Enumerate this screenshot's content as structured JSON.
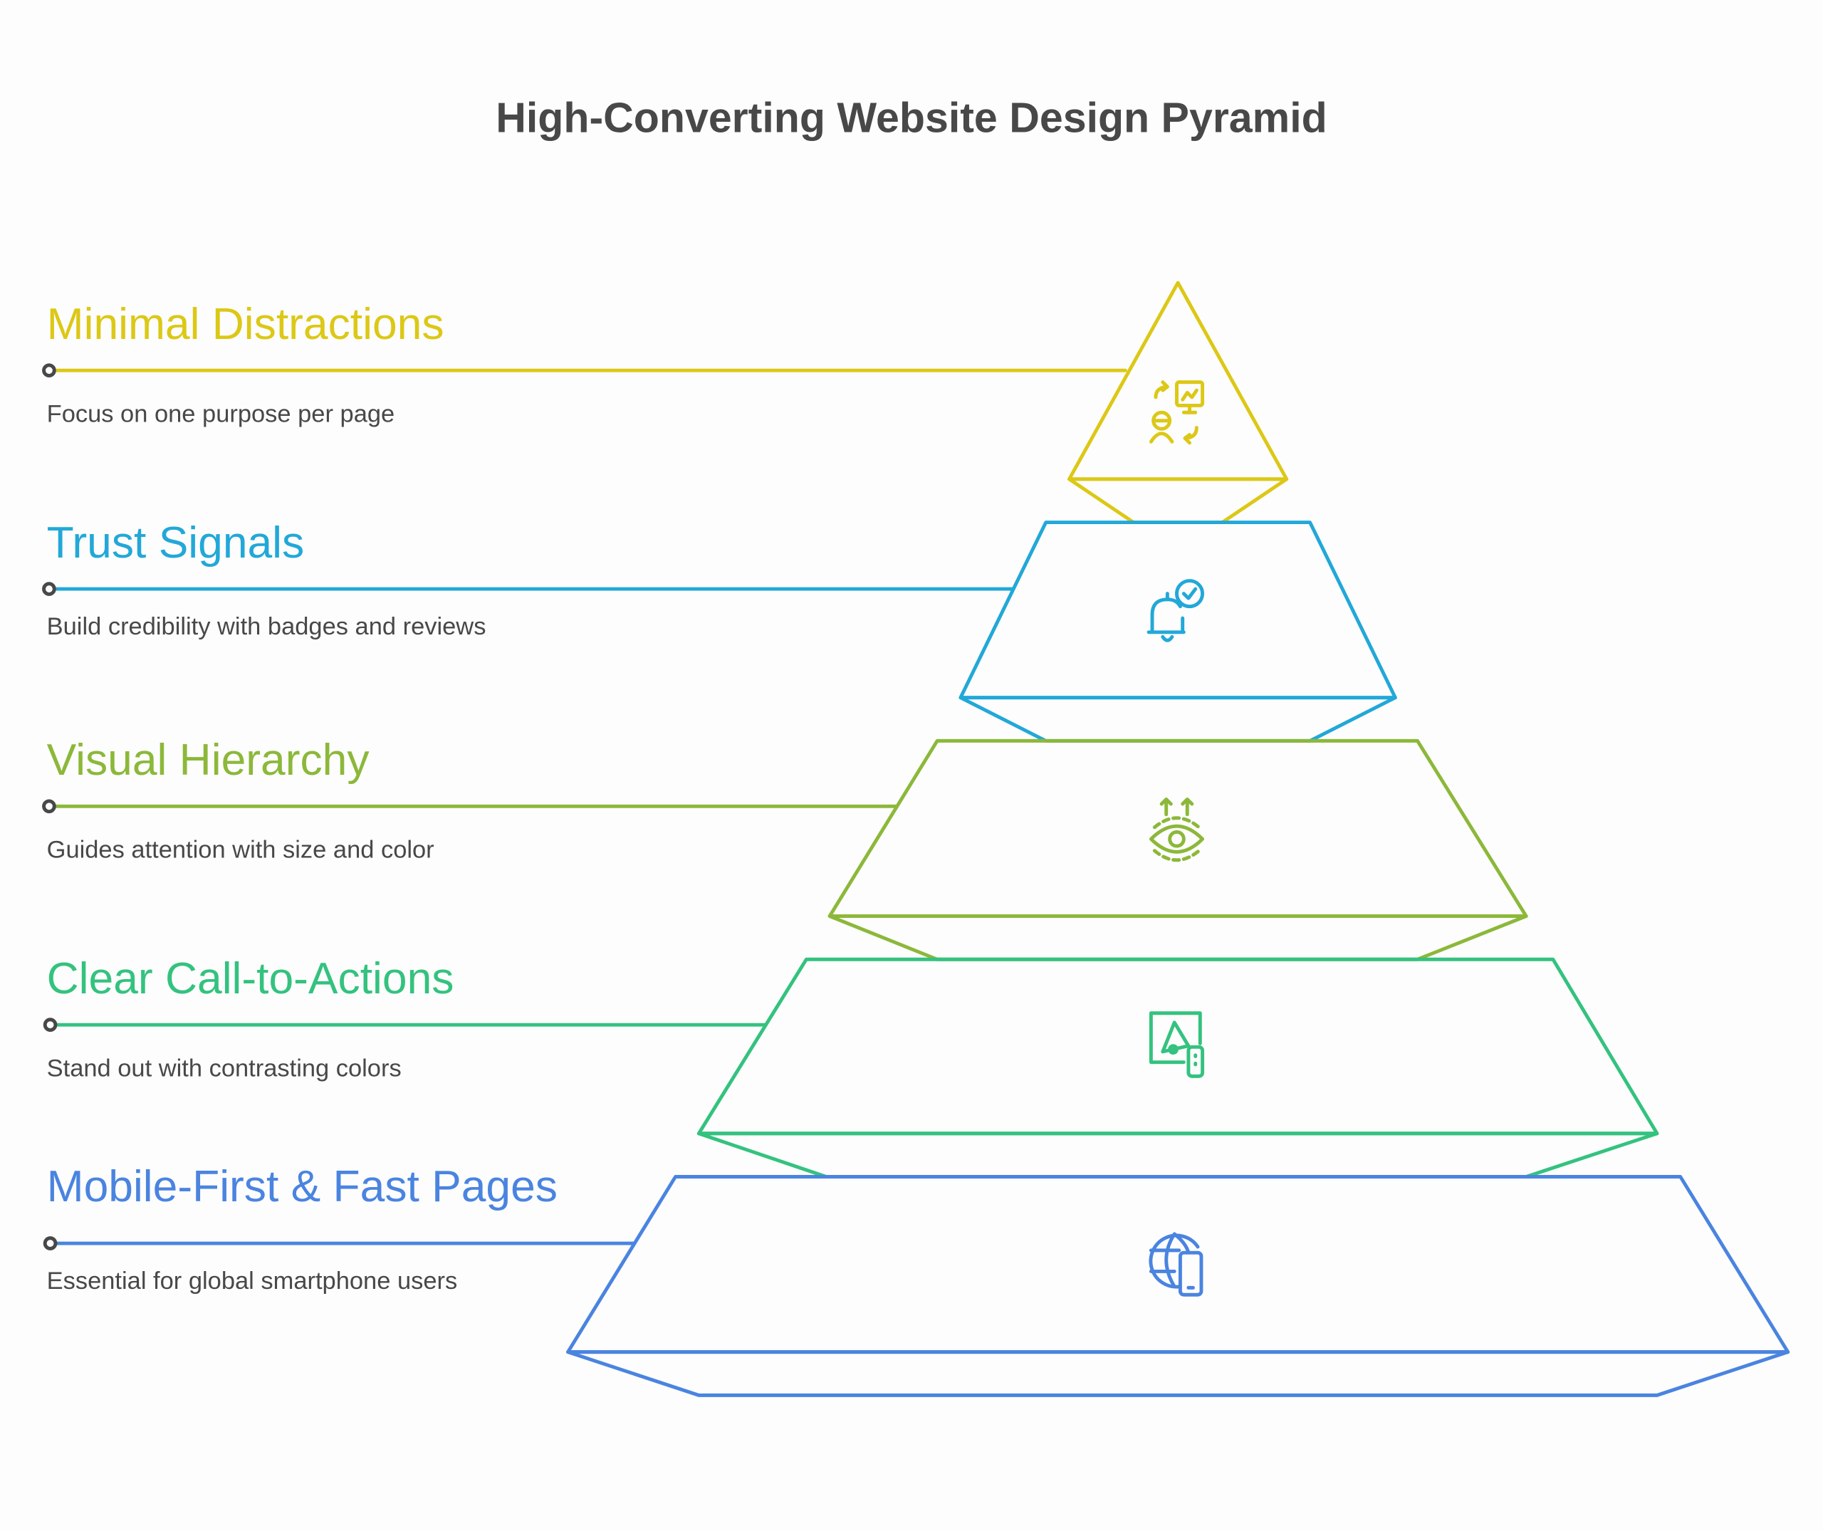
{
  "title": "High-Converting Website Design Pyramid",
  "layers": [
    {
      "heading": "Minimal Distractions",
      "description": "Focus on one purpose per page",
      "color": "#DCC816",
      "icon": "presentation-user-icon"
    },
    {
      "heading": "Trust Signals",
      "description": "Build credibility with badges and reviews",
      "color": "#22A8D8",
      "icon": "bell-check-icon"
    },
    {
      "heading": "Visual Hierarchy",
      "description": "Guides attention with size and color",
      "color": "#8CB83A",
      "icon": "eye-arrows-icon"
    },
    {
      "heading": "Clear Call-to-Actions",
      "description": "Stand out with contrasting colors",
      "color": "#34C27F",
      "icon": "megaphone-screen-icon"
    },
    {
      "heading": "Mobile-First & Fast Pages",
      "description": "Essential for global smartphone users",
      "color": "#4A84E0",
      "icon": "globe-phone-icon"
    }
  ]
}
